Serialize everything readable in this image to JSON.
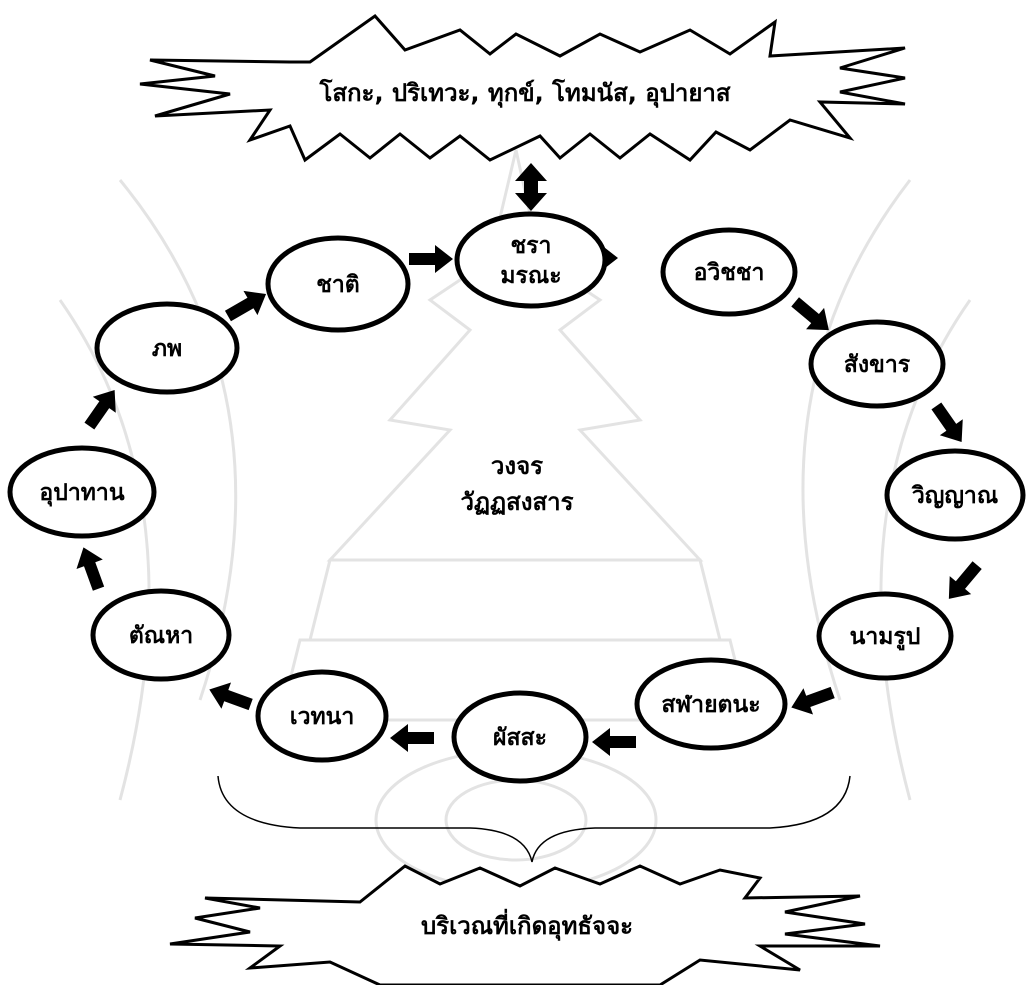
{
  "top_burst": {
    "text": "โสกะ, ปริเทวะ, ทุกข์, โทมนัส, อุปายาส"
  },
  "bottom_burst": {
    "text": "บริเวณที่เกิดอุทธัจจะ"
  },
  "center": {
    "line1": "วงจร",
    "line2": "วัฏฏสงสาร"
  },
  "nodes": [
    {
      "id": "jara-marana",
      "lines": [
        "ชรา",
        "มรณะ"
      ]
    },
    {
      "id": "avijja",
      "lines": [
        "อวิชชา"
      ]
    },
    {
      "id": "sankhara",
      "lines": [
        "สังขาร"
      ]
    },
    {
      "id": "vinnana",
      "lines": [
        "วิญญาณ"
      ]
    },
    {
      "id": "namarupa",
      "lines": [
        "นามรูป"
      ]
    },
    {
      "id": "salayatana",
      "lines": [
        "สฬายตนะ"
      ]
    },
    {
      "id": "phassa",
      "lines": [
        "ผัสสะ"
      ]
    },
    {
      "id": "vedana",
      "lines": [
        "เวทนา"
      ]
    },
    {
      "id": "tanha",
      "lines": [
        "ตัณหา"
      ]
    },
    {
      "id": "upadana",
      "lines": [
        "อุปาทาน"
      ]
    },
    {
      "id": "bhava",
      "lines": [
        "ภพ"
      ]
    },
    {
      "id": "jati",
      "lines": [
        "ชาติ"
      ]
    }
  ]
}
